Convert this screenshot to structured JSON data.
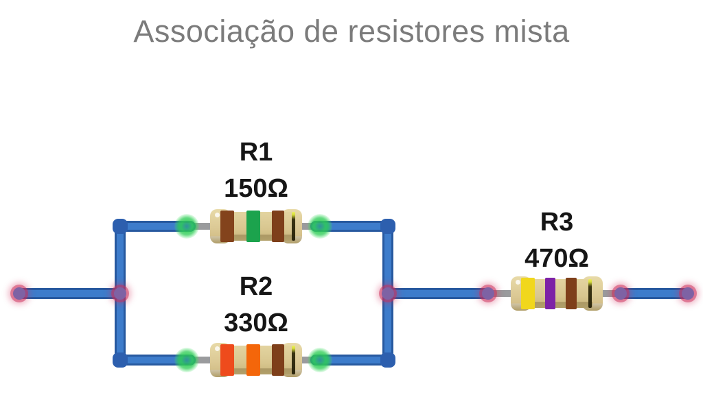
{
  "title": "Associação de resistores mista",
  "palette": {
    "title_gray": "#7b7b7b",
    "label_black": "#161616",
    "wire_fill": "#3d7ccb",
    "wire_border": "#27599f",
    "wire_joint": "#2d5fae",
    "lead_gray": "#9a9b9d",
    "resistor_body_tan": "#d8c68f",
    "green_connection": "#2dcd55",
    "node_core_purple": "#7e62a4",
    "node_ring_red": "#cc2d5a"
  },
  "circuit": {
    "topology": "R1 parallel R2, in series with R3",
    "resistors": [
      {
        "name": "R1",
        "value": "150Ω",
        "bands": [
          "brown",
          "green",
          "brown",
          "gold"
        ],
        "band_colors": [
          "#83431c",
          "#1ca34d",
          "#7e3f1a",
          "#4a431a"
        ]
      },
      {
        "name": "R2",
        "value": "330Ω",
        "bands": [
          "orange",
          "orange",
          "brown",
          "gold"
        ],
        "band_colors": [
          "#ee4b1c",
          "#f4660a",
          "#7e3f1a",
          "#4a431a"
        ]
      },
      {
        "name": "R3",
        "value": "470Ω",
        "bands": [
          "yellow",
          "violet",
          "brown",
          "gold"
        ],
        "band_colors": [
          "#f1d71c",
          "#7d22a6",
          "#7e3f1a",
          "#4a431a"
        ]
      }
    ]
  }
}
